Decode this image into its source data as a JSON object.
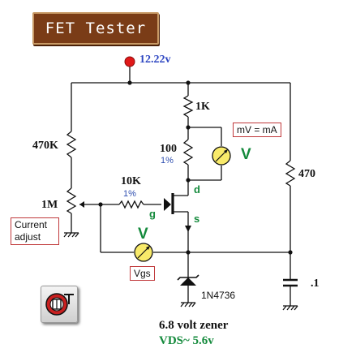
{
  "title": "FET Tester",
  "supply_voltage": "12.22v",
  "labels": {
    "r_1k": "1K",
    "r_100": "100",
    "r_100_tol": "1%",
    "r_470k": "470K",
    "r_10k": "10K",
    "r_10k_tol": "1%",
    "pot_1m": "1M",
    "r_470": "470",
    "cap": ".1",
    "zener_part": "1N4736",
    "gate_pin": "g",
    "drain_pin": "d",
    "source_pin": "s",
    "meter_symbol_current": "V",
    "meter_symbol_vgs": "V"
  },
  "callouts": {
    "mv_ma": "mV = mA",
    "current_adjust": "Current adjust",
    "vgs": "Vgs"
  },
  "notes": {
    "zener_note": "6.8 volt zener",
    "vds_note": "VDS~ 5.6v"
  },
  "colors": {
    "title_bg": "#7a3c17",
    "supply_dot": "#e01818",
    "meter_fill": "#f8ea6a",
    "callout_border": "#c0393b",
    "pin_label": "#148a3c",
    "voltage_text": "#2d46c2"
  }
}
